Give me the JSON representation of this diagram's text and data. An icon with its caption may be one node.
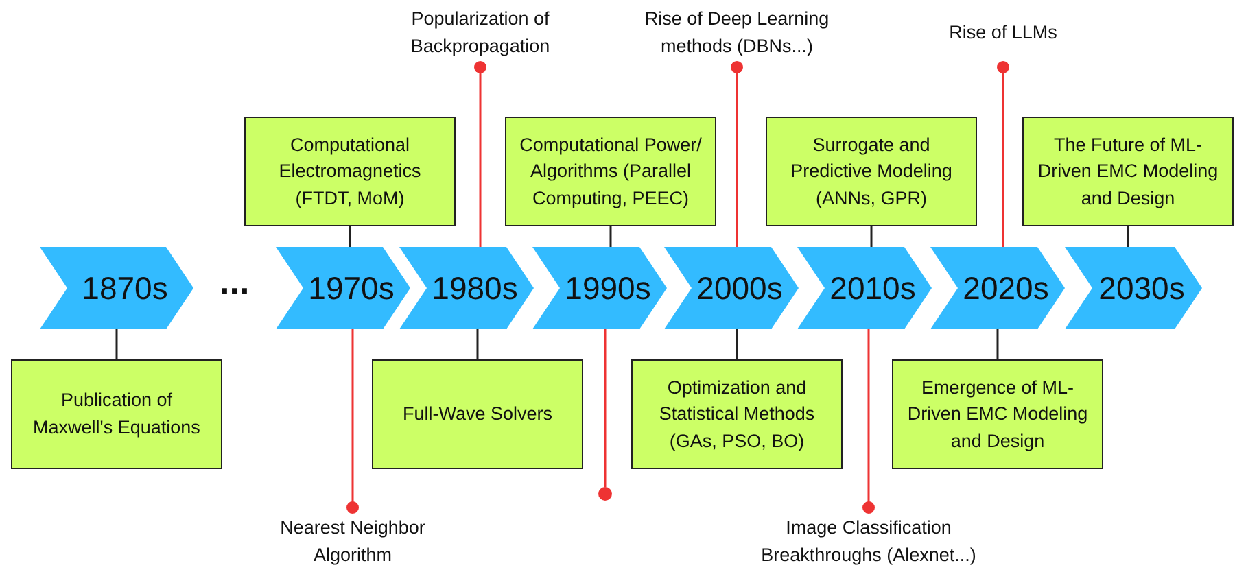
{
  "diagram": {
    "nodes": [
      {
        "text": [
          "1870s"
        ]
      },
      {
        "text": [
          "1970s"
        ]
      },
      {
        "text": [
          "1980s"
        ]
      },
      {
        "text": [
          "1990s"
        ]
      },
      {
        "text": [
          "2000s"
        ]
      },
      {
        "text": [
          "2010s"
        ]
      },
      {
        "text": [
          "2020s"
        ]
      },
      {
        "text": [
          "2030s"
        ]
      },
      {
        "text": [
          "Publication of Maxwell's Equations"
        ]
      },
      {
        "text": [
          "Computational Electromagnetics (FTDT, MoM)"
        ]
      },
      {
        "text": [
          "Nearest Neighbor Algorithm"
        ]
      },
      {
        "text": [
          "Popularization of Backpropagation"
        ]
      },
      {
        "text": [
          "Full-Wave Solvers"
        ]
      },
      {
        "text": [
          "Computational Power/ Algorithms (Parallel Computing, PEEC)"
        ]
      },
      {
        "text": [],
        "shape": "circle"
      },
      {
        "text": [
          "Rise of Deep Learning methods (DBNs...)"
        ]
      },
      {
        "text": [
          "Optimization and Statistical Methods (GAs, PSO, BO)"
        ]
      },
      {
        "text": [
          "Surrogate and Predictive Modeling (ANNs, GPR)"
        ]
      },
      {
        "text": [
          "Image Classification Breakthroughs (Alexnet...)"
        ]
      },
      {
        "text": [
          "Rise of LLMs"
        ]
      },
      {
        "text": [
          "Emergence of ML-Driven EMC Modeling and Design"
        ]
      },
      {
        "text": [
          "The Future of ML-Driven EMC Modeling and Design"
        ]
      }
    ],
    "edges": [
      {
        "from": 8,
        "to": 0,
        "arrow": "none"
      },
      {
        "from": 9,
        "to": 1,
        "arrow": "none"
      },
      {
        "from": 10,
        "to": 1,
        "arrow": "other",
        "color": "#ee3333"
      },
      {
        "from": 11,
        "to": 2,
        "arrow": "other",
        "color": "#ee3333"
      },
      {
        "from": 12,
        "to": 2,
        "arrow": "none"
      },
      {
        "from": 13,
        "to": 3,
        "arrow": "none"
      },
      {
        "from": 14,
        "to": 3,
        "arrow": "none",
        "color": "#ee3333"
      },
      {
        "from": 15,
        "to": 4,
        "arrow": "other",
        "color": "#ee3333"
      },
      {
        "from": 16,
        "to": 4,
        "arrow": "none"
      },
      {
        "from": 17,
        "to": 5,
        "arrow": "none"
      },
      {
        "from": 18,
        "to": 5,
        "arrow": "other",
        "color": "#ee3333"
      },
      {
        "from": 19,
        "to": 6,
        "arrow": "other",
        "color": "#ee3333"
      },
      {
        "from": 20,
        "to": 6,
        "arrow": "none"
      },
      {
        "from": 21,
        "to": 7,
        "arrow": "none"
      }
    ],
    "labels": [
      "..."
    ]
  }
}
